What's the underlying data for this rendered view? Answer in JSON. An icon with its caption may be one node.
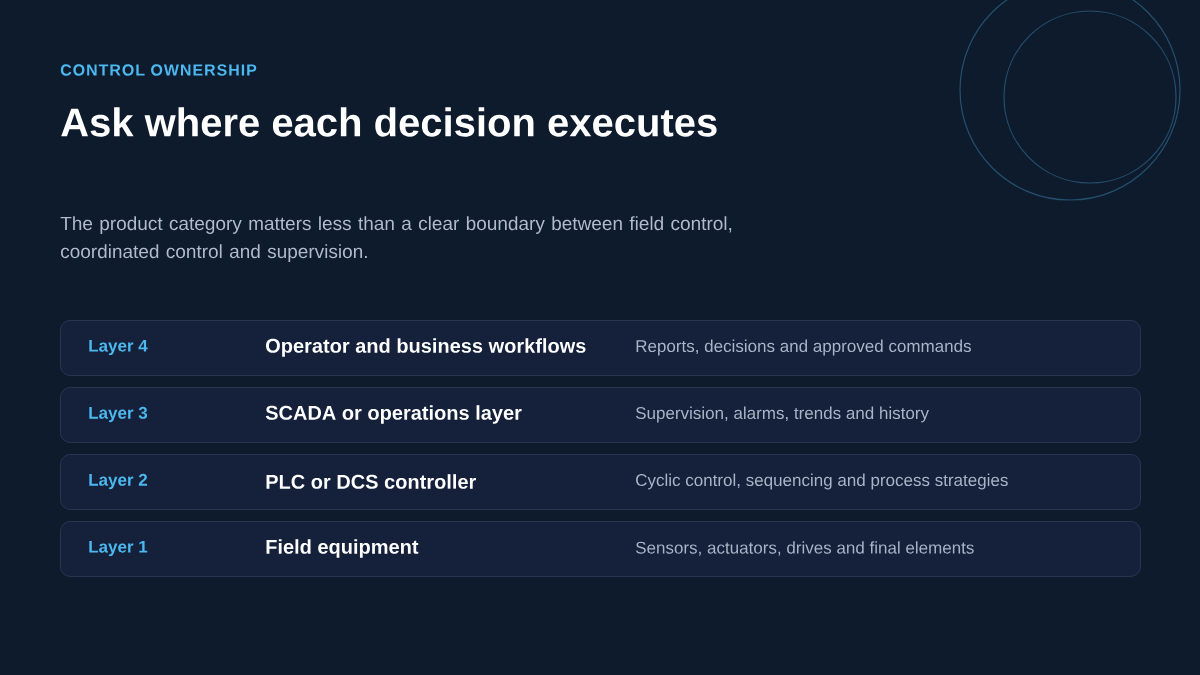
{
  "diagram": {
    "title": "Ask where each decision executes",
    "nodes": [
      {
        "text": [
          "Layer 4",
          "Operator and business workflows",
          "Reports, decisions and approved commands"
        ]
      },
      {
        "text": [
          "Layer 3",
          "SCADA or operations layer",
          "Supervision, alarms, trends and history"
        ]
      },
      {
        "text": [
          "Layer 2",
          "PLC or DCS controller",
          "Cyclic control, sequencing and process strategies"
        ]
      },
      {
        "text": [
          "Layer 1",
          "Field equipment",
          "Sensors, actuators, drives and final elements"
        ]
      }
    ],
    "labels": [
      "CONTROL OWNERSHIP",
      "The product category matters less than a clear boundary between field control, coordinated control and supervision."
    ]
  }
}
